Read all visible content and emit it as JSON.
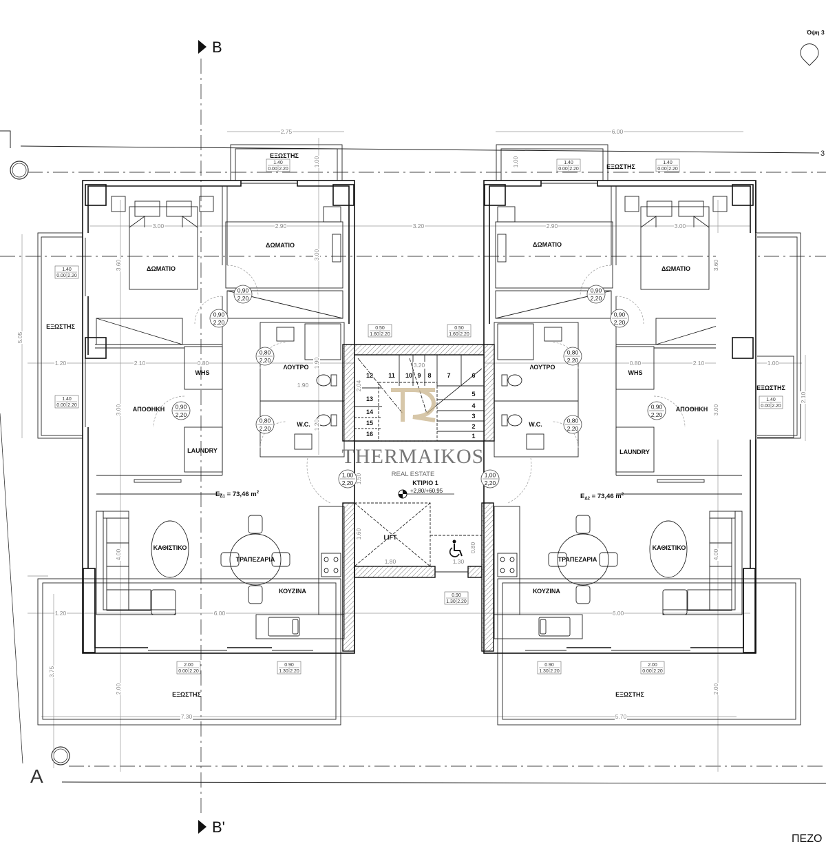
{
  "markers": {
    "section_b": "B",
    "section_b_prime": "B'",
    "section_a": "A",
    "elevation": "Όψη 3",
    "axis_3": "3",
    "sheet_title_partial": "ΠΕΖΟ"
  },
  "room_labels": [
    "ΕΞΩΣΤΗΣ",
    "ΔΩΜΑΤΙΟ",
    "ΔΩΜΑΤΙΟ",
    "ΕΞΩΣΤΗΣ",
    "WHS",
    "ΑΠΟΘΗΚΗ",
    "LAUNDRY",
    "ΛΟΥΤΡΟ",
    "W.C.",
    "ΚΑΘΙΣΤΙΚΟ",
    "ΤΡΑΠΕΖΑΡΙΑ",
    "ΚΟΥΖΙΝΑ",
    "ΕΞΩΣΤΗΣ",
    "ΕΞΩΣΤΗΣ",
    "ΔΩΜΑΤΙΟ",
    "ΔΩΜΑΤΙΟ",
    "ΛΟΥΤΡΟ",
    "W.C.",
    "WHS",
    "ΑΠΟΘΗΚΗ",
    "LAUNDRY",
    "ΕΞΩΣΤΗΣ",
    "ΚΑΘΙΣΤΙΚΟ",
    "ΤΡΑΠΕΖΑΡΙΑ",
    "ΚΟΥΖΙΝΑ",
    "ΕΞΩΣΤΗΣ",
    "LIFT",
    "ΚΤΙΡΙΟ 1"
  ],
  "dimensions": [
    "2.75",
    "1.00",
    "3.00",
    "2.90",
    "3.20",
    "3.60",
    "3.00",
    "5.05",
    "1.20",
    "2.10",
    "0.80",
    "1.90",
    "1.90",
    "1.20",
    "3.00",
    "3.20",
    "2.04",
    "1.50",
    "1.60",
    "1.80",
    "1.30",
    "0.80",
    "4.00",
    "1.20",
    "6.00",
    "3.75",
    "2.00",
    "7.30",
    "6.00",
    "1.00",
    "2.90",
    "3.00",
    "3.60",
    "0.80",
    "2.10",
    "1.00",
    "2.10",
    "3.00",
    "4.00",
    "6.00",
    "2.00",
    "5.70"
  ],
  "door_tags": [
    {
      "width": "0,90",
      "height": "2,20"
    },
    {
      "width": "0,90",
      "height": "2,20"
    },
    {
      "width": "0,80",
      "height": "2,20"
    },
    {
      "width": "0,80",
      "height": "2,20"
    },
    {
      "width": "0,90",
      "height": "2,20"
    },
    {
      "width": "1,00",
      "height": "2,20"
    },
    {
      "width": "0,90",
      "height": "2,20"
    },
    {
      "width": "0,90",
      "height": "2,20"
    },
    {
      "width": "0,80",
      "height": "2,20"
    },
    {
      "width": "0,80",
      "height": "2,20"
    },
    {
      "width": "0,90",
      "height": "2,20"
    },
    {
      "width": "1,00",
      "height": "2,20"
    }
  ],
  "window_tags": [
    {
      "width": "1.40",
      "sill": "0.00",
      "height": "2.20"
    },
    {
      "width": "1.40",
      "sill": "0.00",
      "height": "2.20"
    },
    {
      "width": "1.40",
      "sill": "0.00",
      "height": "2.20"
    },
    {
      "width": "0.50",
      "sill": "1.60",
      "height": "2.20"
    },
    {
      "width": "2.00",
      "sill": "0.00",
      "height": "2.20"
    },
    {
      "width": "0.90",
      "sill": "1.30",
      "height": "2.20"
    },
    {
      "width": "1.40",
      "sill": "0.00",
      "height": "2.20"
    },
    {
      "width": "1.40",
      "sill": "0.00",
      "height": "2.20"
    },
    {
      "width": "0.50",
      "sill": "1.60",
      "height": "2.20"
    },
    {
      "width": "1.40",
      "sill": "0.00",
      "height": "2.20"
    },
    {
      "width": "0.90",
      "sill": "1.30",
      "height": "2.20"
    },
    {
      "width": "2.00",
      "sill": "0.00",
      "height": "2.20"
    },
    {
      "width": "0.90",
      "sill": "1.30",
      "height": "2.20"
    }
  ],
  "stair_steps": [
    "1",
    "2",
    "3",
    "4",
    "5",
    "6",
    "7",
    "8",
    "9",
    "10",
    "11",
    "12",
    "13",
    "14",
    "15",
    "16"
  ],
  "areas": [
    {
      "symbol": "E",
      "sub": "Δ1",
      "value": " = 73,46 m",
      "sup": "2"
    },
    {
      "symbol": "E",
      "sub": "Δ2",
      "value": " = 73,46 m",
      "sup": "2"
    }
  ],
  "level_mark": "+2,80/+60,95",
  "watermark": {
    "brand": "THERMAIKOS",
    "tagline": "REAL ESTATE"
  },
  "colors": {
    "watermark": "#c9b48c",
    "dimension": "#8a8a8a",
    "wall": "#111111"
  }
}
